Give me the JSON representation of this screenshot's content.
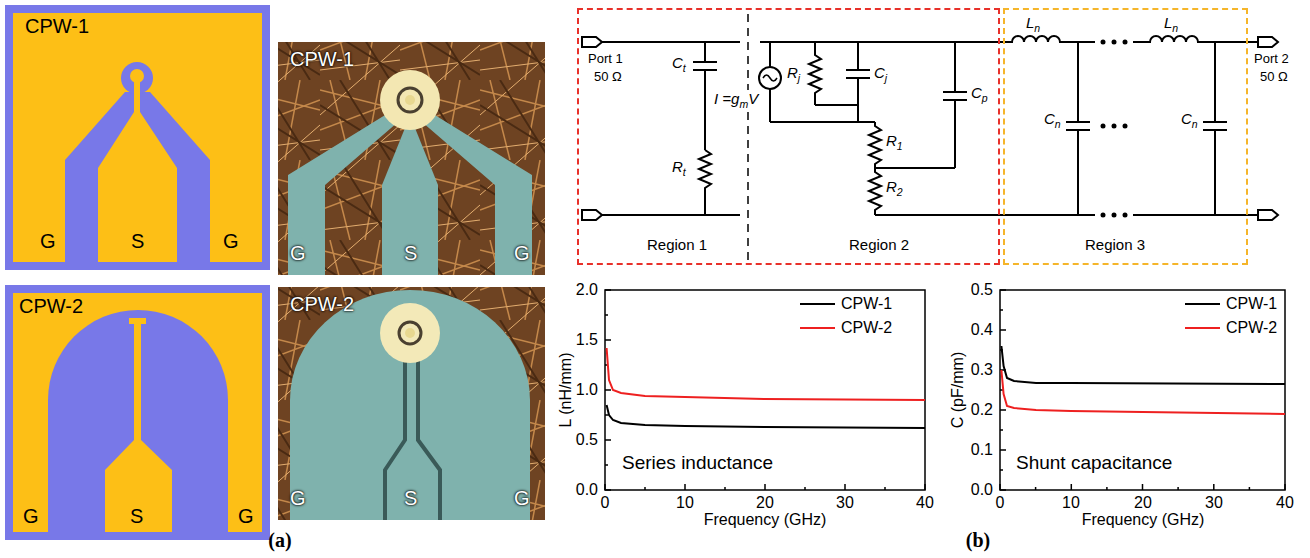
{
  "diagram": {
    "nodes": [
      {
        "text": [
          "CPW-1",
          "G",
          "S",
          "G"
        ]
      },
      {
        "text": [
          "CPW-1",
          "G",
          "S",
          "G"
        ]
      },
      {
        "text": [
          "CPW-2",
          "G",
          "S",
          "G"
        ]
      },
      {
        "text": [
          "CPW-2",
          "G",
          "S",
          "G"
        ]
      },
      {
        "text": [
          "Region 1",
          "Region 2"
        ]
      },
      {
        "text": [
          "Region 3"
        ]
      }
    ],
    "labels": [
      "(a)",
      "(b)",
      "Port 1",
      "50 Ω",
      "Ct",
      "I =gmV",
      "Rt",
      "Rj",
      "Cj",
      "Cp",
      "R1",
      "R2",
      "Ln",
      "Ln",
      "Cn",
      "Cn",
      "Port 2",
      "50 Ω",
      "2.0",
      "1.5",
      "1.0",
      "0.5",
      "0.0",
      "0",
      "10",
      "20",
      "30",
      "40",
      "L (nH/mm)",
      "Frequency (GHz)",
      "Series inductance",
      "0.5",
      "0.4",
      "0.3",
      "0.2",
      "0.1",
      "0.0",
      "0",
      "10",
      "20",
      "30",
      "40",
      "C (pF/mm)",
      "Frequency (GHz)",
      "Shunt capacitance"
    ],
    "legend": [
      {
        "text": "CPW-1"
      },
      {
        "text": "CPW-2"
      },
      {
        "text": "CPW-1"
      },
      {
        "text": "CPW-2"
      }
    ]
  }
}
